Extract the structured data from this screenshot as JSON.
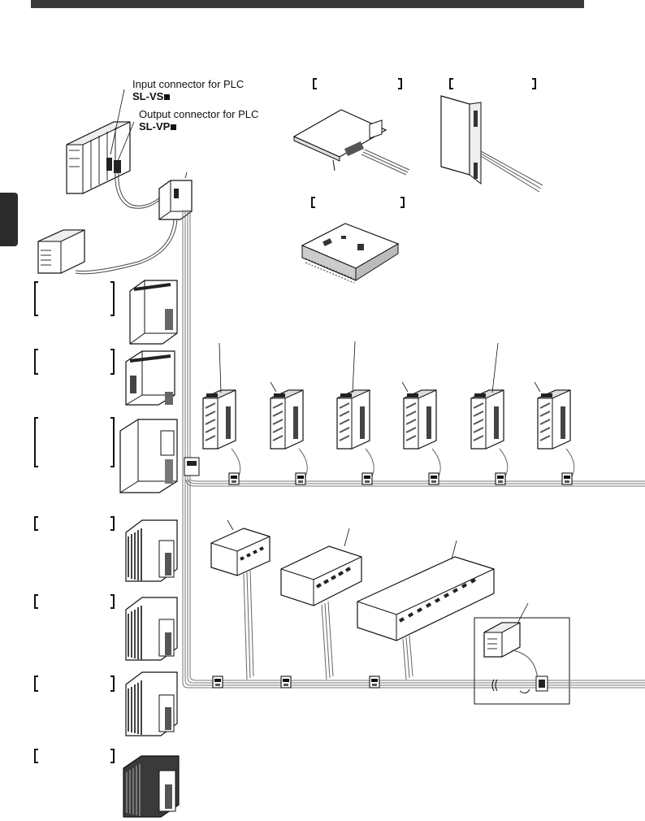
{
  "labels": {
    "plc_input_text": "Input connector for PLC",
    "plc_input_model": "SL-VS",
    "plc_output_text": "Output connector for PLC",
    "plc_output_model": "SL-VP"
  }
}
